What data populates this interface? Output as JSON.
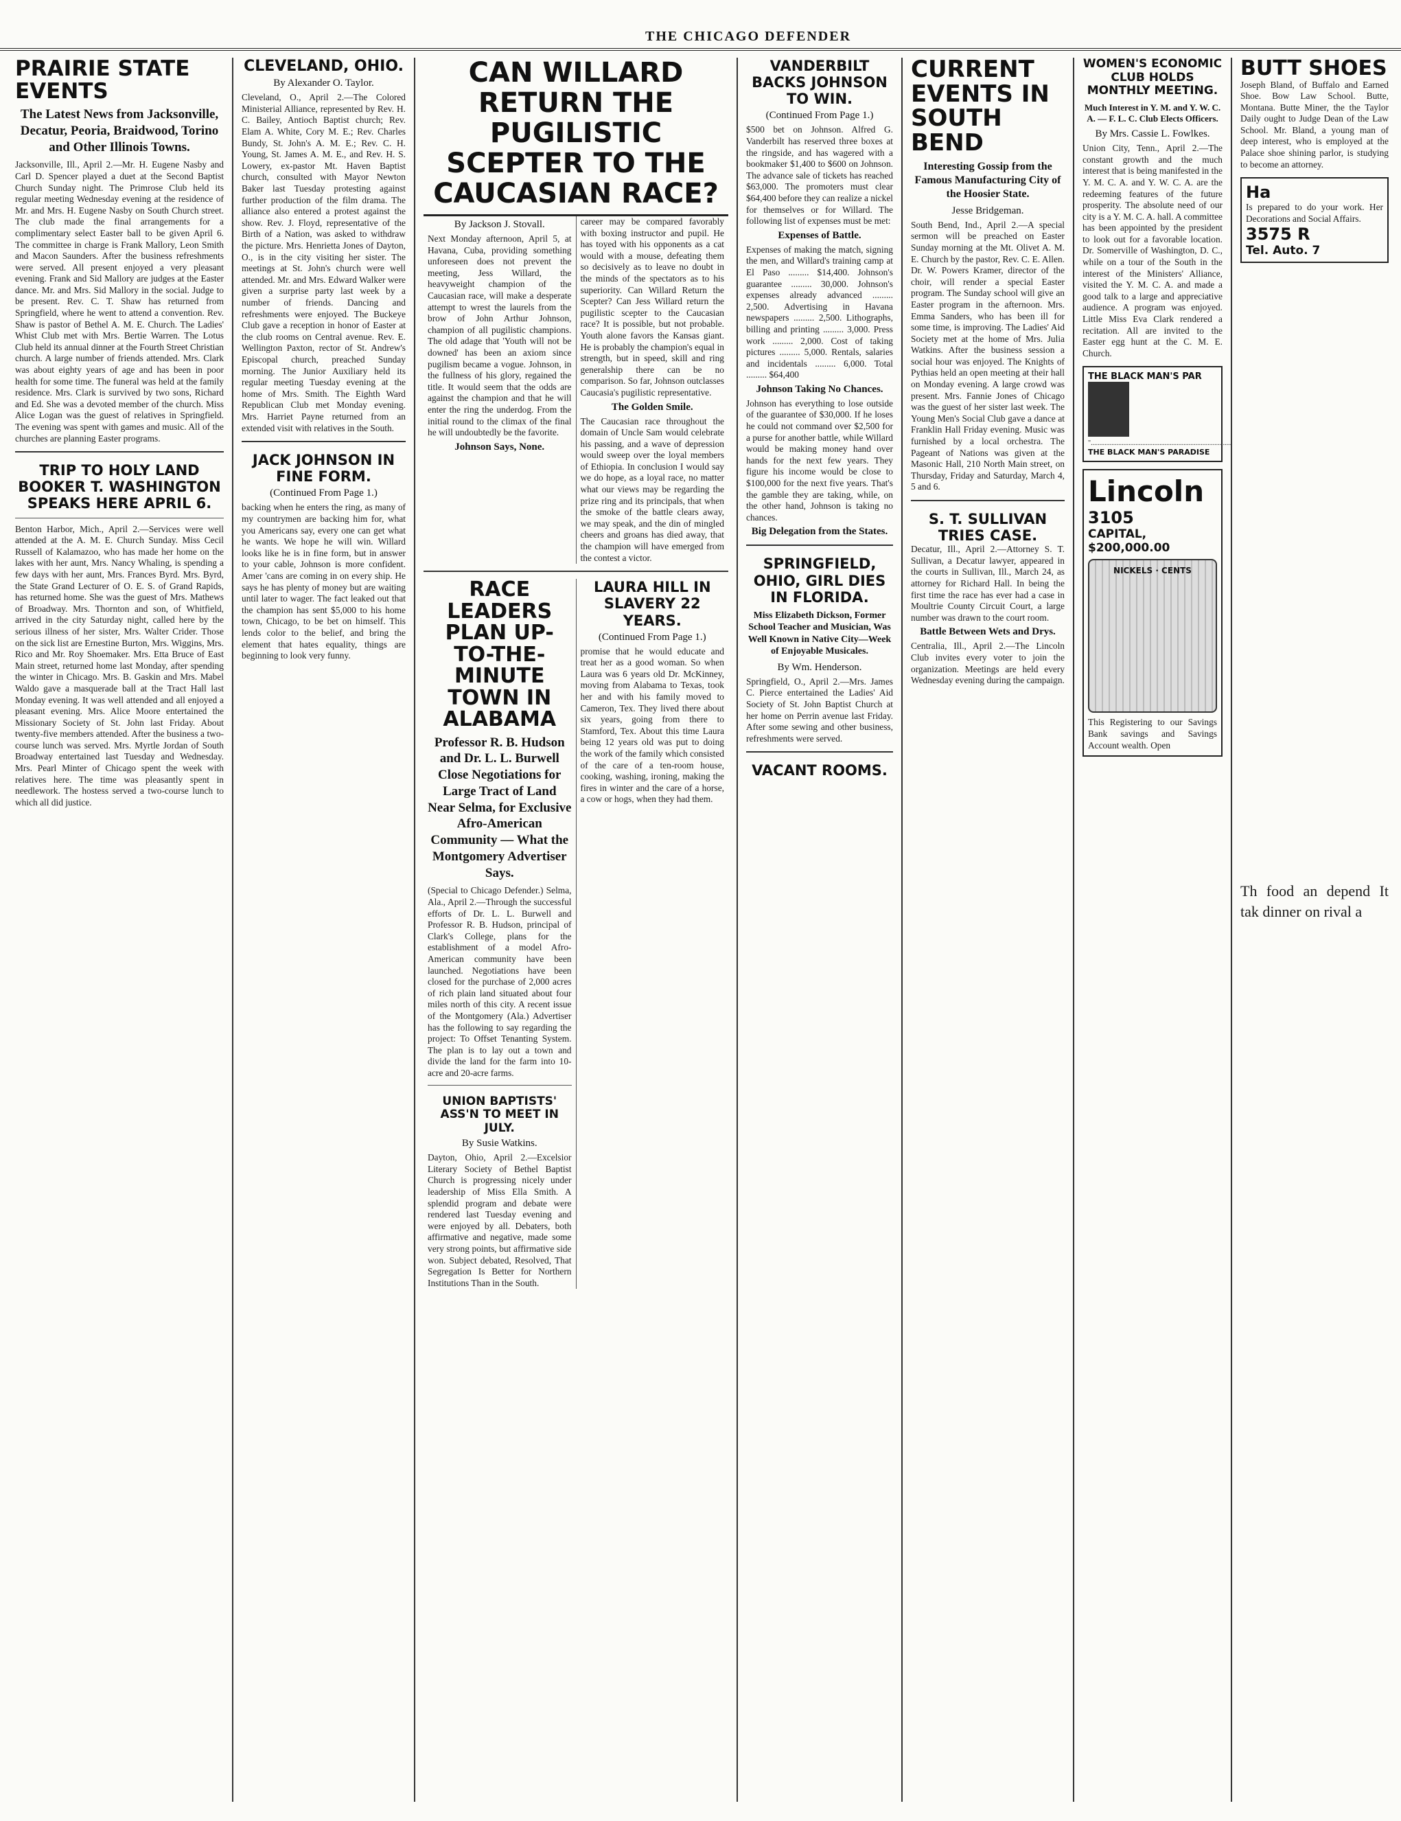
{
  "masthead": {
    "title": "THE CHICAGO DEFENDER"
  },
  "col1": {
    "headline": "PRAIRIE STATE EVENTS",
    "deck": "The Latest News from Jacksonville, Decatur, Peoria, Braidwood, Torino and Other Illinois Towns.",
    "story1": "Jacksonville, Ill., April 2.—Mr. H. Eugene Nasby and Carl D. Spencer played a duet at the Second Baptist Church Sunday night. The Primrose Club held its regular meeting Wednesday evening at the residence of Mr. and Mrs. H. Eugene Nasby on South Church street. The club made the final arrangements for a complimentary select Easter ball to be given April 6. The committee in charge is Frank Mallory, Leon Smith and Macon Saunders. After the business refreshments were served. All present enjoyed a very pleasant evening. Frank and Sid Mallory are judges at the Easter dance. Mr. and Mrs. Sid Mallory in the social. Judge to be present. Rev. C. T. Shaw has returned from Springfield, where he went to attend a convention. Rev. Shaw is pastor of Bethel A. M. E. Church. The Ladies' Whist Club met with Mrs. Bertie Warren. The Lotus Club held its annual dinner at the Fourth Street Christian church. A large number of friends attended. Mrs. Clark was about eighty years of age and has been in poor health for some time. The funeral was held at the family residence. Mrs. Clark is survived by two sons, Richard and Ed. She was a devoted member of the church. Miss Alice Logan was the guest of relatives in Springfield. The evening was spent with games and music. All of the churches are planning Easter programs.",
    "trip_head": "TRIP TO HOLY LAND BOOKER T. WASHINGTON SPEAKS HERE APRIL 6.",
    "story2": "Benton Harbor, Mich., April 2.—Services were well attended at the A. M. E. Church Sunday. Miss Cecil Russell of Kalamazoo, who has made her home on the lakes with her aunt, Mrs. Nancy Whaling, is spending a few days with her aunt, Mrs. Frances Byrd. Mrs. Byrd, the State Grand Lecturer of O. E. S. of Grand Rapids, has returned home. She was the guest of Mrs. Mathews of Broadway. Mrs. Thornton and son, of Whitfield, arrived in the city Saturday night, called here by the serious illness of her sister, Mrs. Walter Crider. Those on the sick list are Ernestine Burton, Mrs. Wiggins, Mrs. Rico and Mr. Roy Shoemaker. Mrs. Etta Bruce of East Main street, returned home last Monday, after spending the winter in Chicago. Mrs. B. Gaskin and Mrs. Mabel Waldo gave a masquerade ball at the Tract Hall last Monday evening. It was well attended and all enjoyed a pleasant evening. Mrs. Alice Moore entertained the Missionary Society of St. John last Friday. About twenty-five members attended. After the business a two-course lunch was served. Mrs. Myrtle Jordan of South Broadway entertained last Tuesday and Wednesday. Mrs. Pearl Minter of Chicago spent the week with relatives here. The time was pleasantly spent in needlework. The hostess served a two-course lunch to which all did justice."
  },
  "col2": {
    "headline": "CLEVELAND, OHIO.",
    "byline": "By Alexander O. Taylor.",
    "story": "Cleveland, O., April 2.—The Colored Ministerial Alliance, represented by Rev. H. C. Bailey, Antioch Baptist church; Rev. Elam A. White, Cory M. E.; Rev. Charles Bundy, St. John's A. M. E.; Rev. C. H. Young, St. James A. M. E., and Rev. H. S. Lowery, ex-pastor Mt. Haven Baptist church, consulted with Mayor Newton Baker last Tuesday protesting against further production of the film drama. The alliance also entered a protest against the show. Rev. J. Floyd, representative of the Birth of a Nation, was asked to withdraw the picture. Mrs. Henrietta Jones of Dayton, O., is in the city visiting her sister. The meetings at St. John's church were well attended. Mr. and Mrs. Edward Walker were given a surprise party last week by a number of friends. Dancing and refreshments were enjoyed. The Buckeye Club gave a reception in honor of Easter at the club rooms on Central avenue. Rev. E. Wellington Paxton, rector of St. Andrew's Episcopal church, preached Sunday morning. The Junior Auxiliary held its regular meeting Tuesday evening at the home of Mrs. Smith. The Eighth Ward Republican Club met Monday evening. Mrs. Harriet Payne returned from an extended visit with relatives in the South.",
    "jack_head": "JACK JOHNSON IN FINE FORM.",
    "jack_cont": "(Continued From Page 1.)",
    "jack_story": "backing when he enters the ring, as many of my countrymen are backing him for, what you Americans say, every one can get what he wants. We hope he will win. Willard looks like he is in fine form, but in answer to your cable, Johnson is more confident. Amer 'cans are coming in on every ship. He says he has plenty of money but are waiting until later to wager. The fact leaked out that the champion has sent $5,000 to his home town, Chicago, to be bet on himself. This lends color to the belief, and bring the element that hates equality, things are beginning to look very funny."
  },
  "col3": {
    "headline": "CAN WILLARD RETURN THE PUGILISTIC SCEPTER TO THE CAUCASIAN RACE?",
    "byline": "By Jackson J. Stovall.",
    "left_story": "Next Monday afternoon, April 5, at Havana, Cuba, providing something unforeseen does not prevent the meeting, Jess Willard, the heavyweight champion of the Caucasian race, will make a desperate attempt to wrest the laurels from the brow of John Arthur Johnson, champion of all pugilistic champions. The old adage that 'Youth will not be downed' has been an axiom since pugilism became a vogue. Johnson, in the fullness of his glory, regained the title. It would seem that the odds are against the champion and that he will enter the ring the underdog. From the initial round to the climax of the final he will undoubtedly be the favorite.",
    "johnson_head": "Johnson Says, None.",
    "right_story": "career may be compared favorably with boxing instructor and pupil. He has toyed with his opponents as a cat would with a mouse, defeating them so decisively as to leave no doubt in the minds of the spectators as to his superiority. Can Willard Return the Scepter? Can Jess Willard return the pugilistic scepter to the Caucasian race? It is possible, but not probable. Youth alone favors the Kansas giant. He is probably the champion's equal in strength, but in speed, skill and ring generalship there can be no comparison. So far, Johnson outclasses Caucasia's pugilistic representative.",
    "golden_head": "The Golden Smile.",
    "golden_story": "The Caucasian race throughout the domain of Uncle Sam would celebrate his passing, and a wave of depression would sweep over the loyal members of Ethiopia. In conclusion I would say we do hope, as a loyal race, no matter what our views may be regarding the prize ring and its principals, that when the smoke of the battle clears away, we may speak, and the din of mingled cheers and groans has died away, that the champion will have emerged from the contest a victor.",
    "race_head": "RACE LEADERS PLAN UP-TO-THE-MINUTE TOWN IN ALABAMA",
    "race_deck": "Professor R. B. Hudson and Dr. L. L. Burwell Close Negotiations for Large Tract of Land Near Selma, for Exclusive Afro-American Community — What the Montgomery Advertiser Says.",
    "race_story": "(Special to Chicago Defender.) Selma, Ala., April 2.—Through the successful efforts of Dr. L. L. Burwell and Professor R. B. Hudson, principal of Clark's College, plans for the establishment of a model Afro-American community have been launched. Negotiations have been closed for the purchase of 2,000 acres of rich plain land situated about four miles north of this city. A recent issue of the Montgomery (Ala.) Advertiser has the following to say regarding the project: To Offset Tenanting System. The plan is to lay out a town and divide the land for the farm into 10-acre and 20-acre farms.",
    "laura_head": "LAURA HILL IN SLAVERY 22 YEARS.",
    "laura_cont": "(Continued From Page 1.)",
    "laura_story": "promise that he would educate and treat her as a good woman. So when Laura was 6 years old Dr. McKinney, moving from Alabama to Texas, took her and with his family moved to Cameron, Tex. They lived there about six years, going from there to Stamford, Tex. About this time Laura being 12 years old was put to doing the work of the family which consisted of the care of a ten-room house, cooking, washing, ironing, making the fires in winter and the care of a horse, a cow or hogs, when they had them.",
    "union_head": "UNION BAPTISTS' ASS'N TO MEET IN JULY.",
    "union_byline": "By Susie Watkins.",
    "union_story": "Dayton, Ohio, April 2.—Excelsior Literary Society of Bethel Baptist Church is progressing nicely under leadership of Miss Ella Smith. A splendid program and debate were rendered last Tuesday evening and were enjoyed by all. Debaters, both affirmative and negative, made some very strong points, but affirmative side won. Subject debated, Resolved, That Segregation Is Better for Northern Institutions Than in the South."
  },
  "col4": {
    "headline": "VANDERBILT BACKS JOHNSON TO WIN.",
    "cont": "(Continued From Page 1.)",
    "story": "$500 bet on Johnson. Alfred G. Vanderbilt has reserved three boxes at the ringside, and has wagered with a bookmaker $1,400 to $600 on Johnson. The advance sale of tickets has reached $63,000. The promoters must clear $64,400 before they can realize a nickel for themselves or for Willard. The following list of expenses must be met:",
    "expenses_head": "Expenses of Battle.",
    "expenses": "Expenses of making the match, signing the men, and Willard's training camp at El Paso ......... $14,400. Johnson's guarantee ......... 30,000. Johnson's expenses already advanced ......... 2,500. Advertising in Havana newspapers ......... 2,500. Lithographs, billing and printing ......... 3,000. Press work ......... 2,000. Cost of taking pictures ......... 5,000. Rentals, salaries and incidentals ......... 6,000. Total ......... $64,400",
    "chances_head": "Johnson Taking No Chances.",
    "chances_story": "Johnson has everything to lose outside of the guarantee of $30,000. If he loses he could not command over $2,500 for a purse for another battle, while Willard would be making money hand over hands for the next few years. They figure his income would be close to $100,000 for the next five years. That's the gamble they are taking, while, on the other hand, Johnson is taking no chances.",
    "delegation_head": "Big Delegation from the States.",
    "springfield_head": "SPRINGFIELD, OHIO, GIRL DIES IN FLORIDA.",
    "springfield_deck": "Miss Elizabeth Dickson, Former School Teacher and Musician, Was Well Known in Native City—Week of Enjoyable Musicales.",
    "springfield_byline": "By Wm. Henderson.",
    "springfield_story": "Springfield, O., April 2.—Mrs. James C. Pierce entertained the Ladies' Aid Society of St. John Baptist Church at her home on Perrin avenue last Friday. After some sewing and other business, refreshments were served.",
    "rooms_head": "VACANT ROOMS."
  },
  "col5": {
    "headline": "CURRENT EVENTS IN SOUTH BEND",
    "deck": "Interesting Gossip from the Famous Manufacturing City of the Hoosier State.",
    "byline": "Jesse Bridgeman.",
    "story": "South Bend, Ind., April 2.—A special sermon will be preached on Easter Sunday morning at the Mt. Olivet A. M. E. Church by the pastor, Rev. C. E. Allen. Dr. W. Powers Kramer, director of the choir, will render a special Easter program. The Sunday school will give an Easter program in the afternoon. Mrs. Emma Sanders, who has been ill for some time, is improving. The Ladies' Aid Society met at the home of Mrs. Julia Watkins. After the business session a social hour was enjoyed. The Knights of Pythias held an open meeting at their hall on Monday evening. A large crowd was present. Mrs. Fannie Jones of Chicago was the guest of her sister last week. The Young Men's Social Club gave a dance at Franklin Hall Friday evening. Music was furnished by a local orchestra. The Pageant of Nations was given at the Masonic Hall, 210 North Main street, on Thursday, Friday and Saturday, March 4, 5 and 6.",
    "sullivan_head": "S. T. SULLIVAN TRIES CASE.",
    "sullivan_story": "Decatur, Ill., April 2.—Attorney S. T. Sullivan, a Decatur lawyer, appeared in the courts in Sullivan, Ill., March 24, as attorney for Richard Hall. In being the first time the race has ever had a case in Moultrie County Circuit Court, a large number was drawn to the court room.",
    "battle_head": "Battle Between Wets and Drys.",
    "battle_story": "Centralia, Ill., April 2.—The Lincoln Club invites every voter to join the organization. Meetings are held every Wednesday evening during the campaign."
  },
  "col6": {
    "headline": "WOMEN'S ECONOMIC CLUB HOLDS MONTHLY MEETING.",
    "deck": "Much Interest in Y. M. and Y. W. C. A. — F. L. C. Club Elects Officers.",
    "byline": "By Mrs. Cassie L. Fowlkes.",
    "story": "Union City, Tenn., April 2.—The constant growth and the much interest that is being manifested in the Y. M. C. A. and Y. W. C. A. are the redeeming features of the future prosperity. The absolute need of our city is a Y. M. C. A. hall. A committee has been appointed by the president to look out for a favorable location. Dr. Somerville of Washington, D. C., while on a tour of the South in the interest of the Ministers' Alliance, visited the Y. M. C. A. and made a good talk to a large and appreciative audience. A program was enjoyed. Little Miss Eva Clark rendered a recitation. All are invited to the Easter egg hunt at the C. M. E. Church.",
    "ad_title": "THE BLACK MAN'S PAR",
    "ad_caption": "THE BLACK MAN'S PARADISE",
    "bank_title": "Lincoln",
    "bank_number": "3105",
    "bank_capital": "CAPITAL, $200,000.00",
    "bank_labels": "NICKELS · CENTS",
    "bank_text": "This Registering to our Savings Bank savings and Savings Account wealth. Open"
  },
  "col7": {
    "headline": "BUTT SHOES",
    "story": "Joseph Bland, of Buffalo and Earned Shoe. Bow Law School. Butte, Montana. Butte Miner, the the Taylor Daily ought to Judge Dean of the Law School. Mr. Bland, a young man of deep interest, who is employed at the Palace shoe shining parlor, is studying to become an attorney.",
    "card_head": "Ha",
    "card_text": "Is prepared to do your work. Her Decorations and Social Affairs.",
    "card_phone": "3575 R",
    "card_auto": "Tel. Auto. 7",
    "bottom_text": "Th food an depend It tak dinner on rival a"
  }
}
